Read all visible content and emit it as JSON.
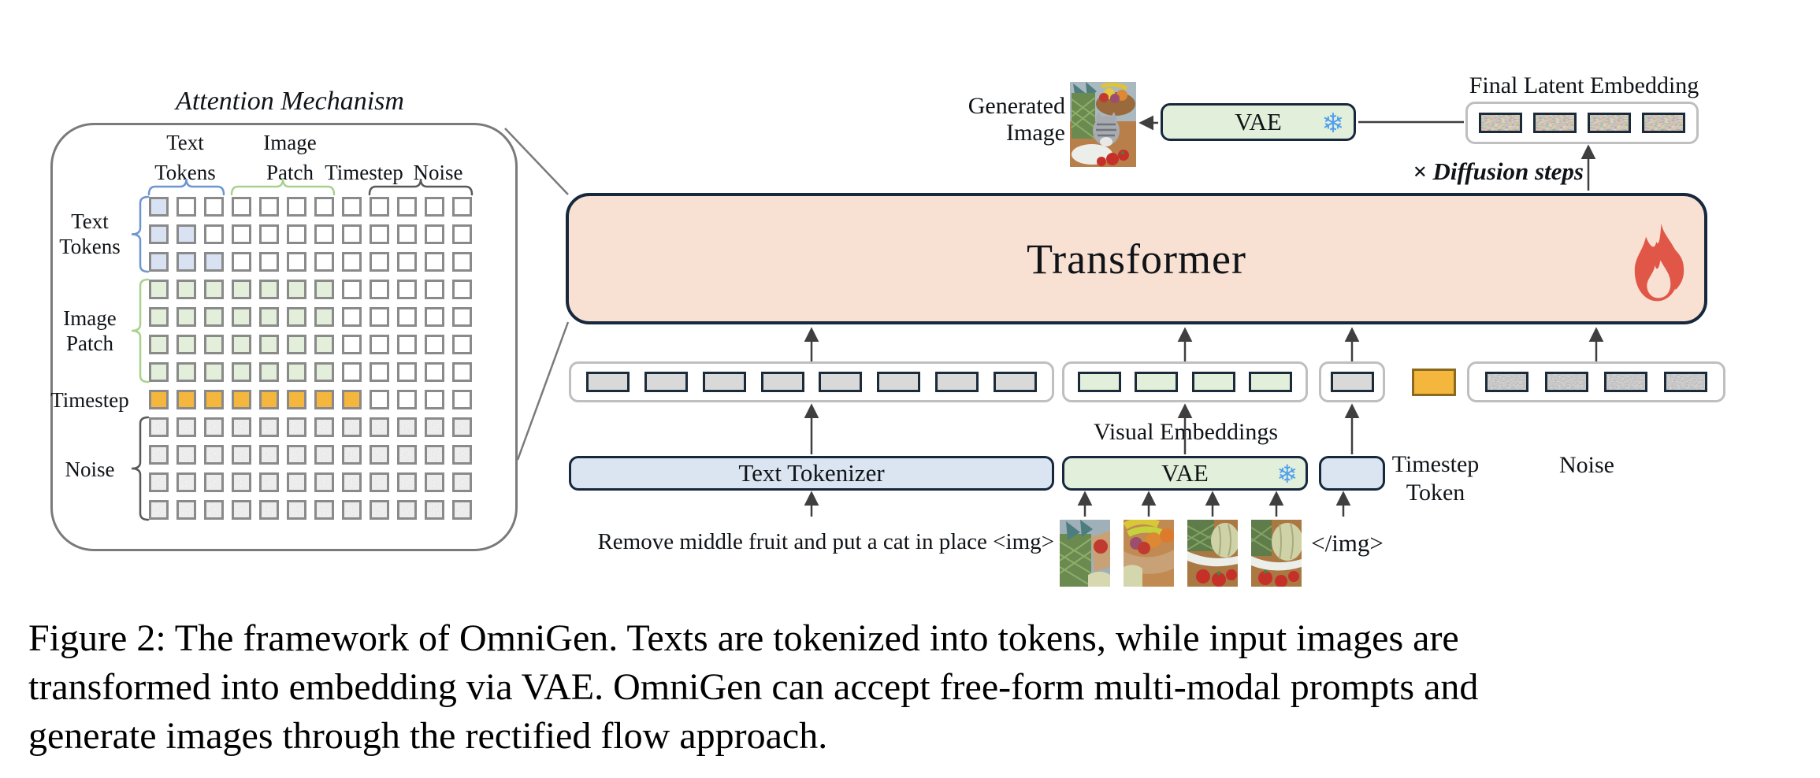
{
  "attention": {
    "title": "Attention Mechanism",
    "groups": [
      {
        "id": "text",
        "label_lines": [
          "Text",
          "Tokens"
        ],
        "size": 3,
        "cell_color": "#d9e2f3",
        "brace_color": "#6d96d0"
      },
      {
        "id": "image",
        "label_lines": [
          "Image",
          "Patch"
        ],
        "size": 4,
        "cell_color": "#e3efdb",
        "brace_color": "#a9d18e"
      },
      {
        "id": "timestep",
        "label_lines": [
          "Timestep"
        ],
        "size": 1,
        "cell_color": "#f4b63c",
        "brace_color": null
      },
      {
        "id": "noise",
        "label_lines": [
          "Noise"
        ],
        "size": 4,
        "cell_color": "noise",
        "brace_color": "#595959"
      }
    ],
    "grid": {
      "rows": 12,
      "cols": 12,
      "row_fill_types": [
        "text",
        "text",
        "text",
        "image",
        "image",
        "image",
        "image",
        "timestep",
        "noise",
        "noise",
        "noise",
        "noise"
      ],
      "filled_per_row": [
        1,
        2,
        3,
        7,
        7,
        7,
        7,
        8,
        12,
        12,
        12,
        12
      ]
    }
  },
  "transformer": {
    "label": "Transformer"
  },
  "output_row": {
    "generated_image_label_lines": [
      "Generated",
      "Image"
    ],
    "vae_label": "VAE",
    "final_latent_label": "Final Latent Embedding",
    "diffusion_steps_label": "× Diffusion steps",
    "latent_token_count": 4
  },
  "embedding_row": {
    "text_token_count": 8,
    "visual_token_count": 4,
    "separator_token_count": 1,
    "noise_token_count": 4,
    "visual_embeddings_label": "Visual Embeddings",
    "timestep_token_label_lines": [
      "Timestep",
      "Token"
    ],
    "noise_label": "Noise"
  },
  "input_row": {
    "text_tokenizer_label": "Text Tokenizer",
    "vae_label": "VAE",
    "prompt_text": "Remove middle fruit and put a cat in place <img>",
    "img_close_tag": "</img>",
    "input_image_count": 4
  },
  "caption_lines": [
    "Figure 2: The framework of OmniGen. Texts are tokenized into tokens, while input images are",
    "transformed into embedding via VAE. OmniGen can accept free-form multi-modal prompts and",
    "generate images through the rectified flow approach."
  ],
  "colors": {
    "transformer_fill": "#f8e0d2",
    "dark_border": "#16283d",
    "box_blue": "#dbe5f1",
    "box_green": "#e2efda",
    "token_gray": "#d9d9d9",
    "timestep_orange": "#f4b63c",
    "flame_red": "#e05748",
    "snowflake_blue": "#4f9fee",
    "cell_blue": "#d9e2f3",
    "cell_green": "#e3efdb",
    "container_border": "#bfbfbf",
    "bubble_border": "#7a7a7a",
    "arrow": "#3f3f3f"
  }
}
